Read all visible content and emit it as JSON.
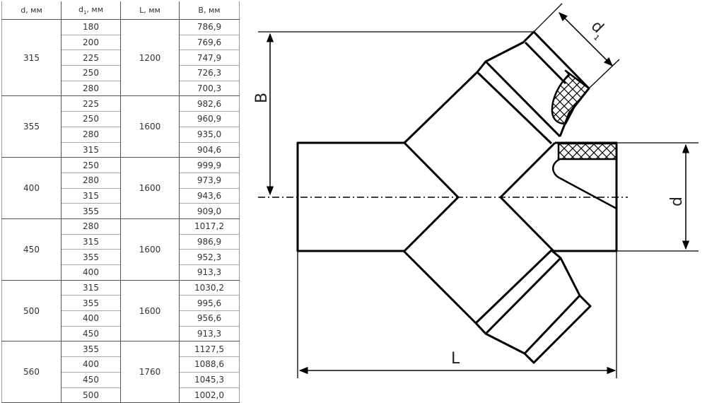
{
  "table": {
    "headers": {
      "d": "d, мм",
      "d1": "d",
      "d1_sub": "1",
      "d1_unit": ", мм",
      "L": "L, мм",
      "B": "B, мм"
    },
    "groups": [
      {
        "d": "315",
        "L": "1200",
        "rows": [
          [
            "180",
            "786,9"
          ],
          [
            "200",
            "769,6"
          ],
          [
            "225",
            "747,9"
          ],
          [
            "250",
            "726,3"
          ],
          [
            "280",
            "700,3"
          ]
        ]
      },
      {
        "d": "355",
        "L": "1600",
        "rows": [
          [
            "225",
            "982,6"
          ],
          [
            "250",
            "960,9"
          ],
          [
            "280",
            "935,0"
          ],
          [
            "315",
            "904,6"
          ]
        ]
      },
      {
        "d": "400",
        "L": "1600",
        "rows": [
          [
            "250",
            "999,9"
          ],
          [
            "280",
            "973,9"
          ],
          [
            "315",
            "943,6"
          ],
          [
            "355",
            "909,0"
          ]
        ]
      },
      {
        "d": "450",
        "L": "1600",
        "rows": [
          [
            "280",
            "1017,2"
          ],
          [
            "315",
            "986,9"
          ],
          [
            "355",
            "952,3"
          ],
          [
            "400",
            "913,3"
          ]
        ]
      },
      {
        "d": "500",
        "L": "1600",
        "rows": [
          [
            "315",
            "1030,2"
          ],
          [
            "355",
            "995,6"
          ],
          [
            "400",
            "956,6"
          ],
          [
            "450",
            "913,3"
          ]
        ]
      },
      {
        "d": "560",
        "L": "1760",
        "rows": [
          [
            "355",
            "1127,5"
          ],
          [
            "400",
            "1088,6"
          ],
          [
            "450",
            "1045,3"
          ],
          [
            "500",
            "1002,0"
          ]
        ]
      }
    ]
  },
  "drawing": {
    "label_B": "B",
    "label_L": "L",
    "label_d": "d",
    "label_d1": "d",
    "label_d1_sub": "1"
  }
}
